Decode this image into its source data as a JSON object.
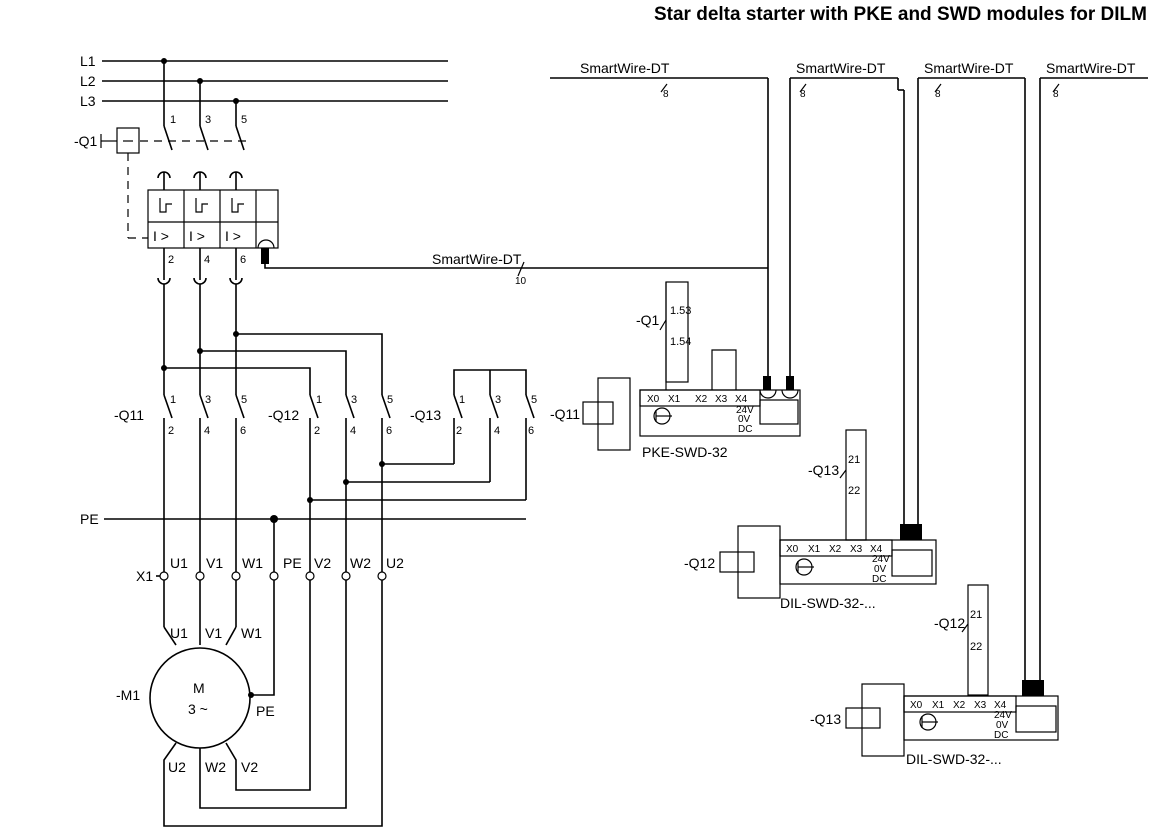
{
  "title": "Star delta starter with PKE and SWD modules for DILM",
  "bus": {
    "lines": [
      "L1",
      "L2",
      "L3"
    ],
    "pe": "PE",
    "swd_label": "SmartWire-DT",
    "swd_count": "8",
    "swd_link_count": "10"
  },
  "devices": {
    "q1": "-Q1",
    "q11": "-Q11",
    "q12": "-Q12",
    "q13": "-Q13",
    "m1": "-M1"
  },
  "terminals": {
    "n1": "1",
    "n2": "2",
    "n3": "3",
    "n4": "4",
    "n5": "5",
    "n6": "6",
    "c153": "1.53",
    "c154": "1.54",
    "c21": "21",
    "c22": "22",
    "x0": "X0",
    "x1": "X1",
    "x2": "X2",
    "x3": "X3",
    "x4": "X4",
    "v24": "24V",
    "v0": "0V",
    "dc": "DC",
    "u1": "U1",
    "v1": "V1",
    "w1": "W1",
    "u2": "U2",
    "v2": "V2",
    "w2": "W2",
    "xm": "X1",
    "pe": "PE"
  },
  "protection": {
    "trip": "I >"
  },
  "motor": {
    "name": "M",
    "phase": "3 ~"
  },
  "modules": {
    "pke": "PKE-SWD-32",
    "dil1": "DIL-SWD-32-...",
    "dil2": "DIL-SWD-32-..."
  }
}
